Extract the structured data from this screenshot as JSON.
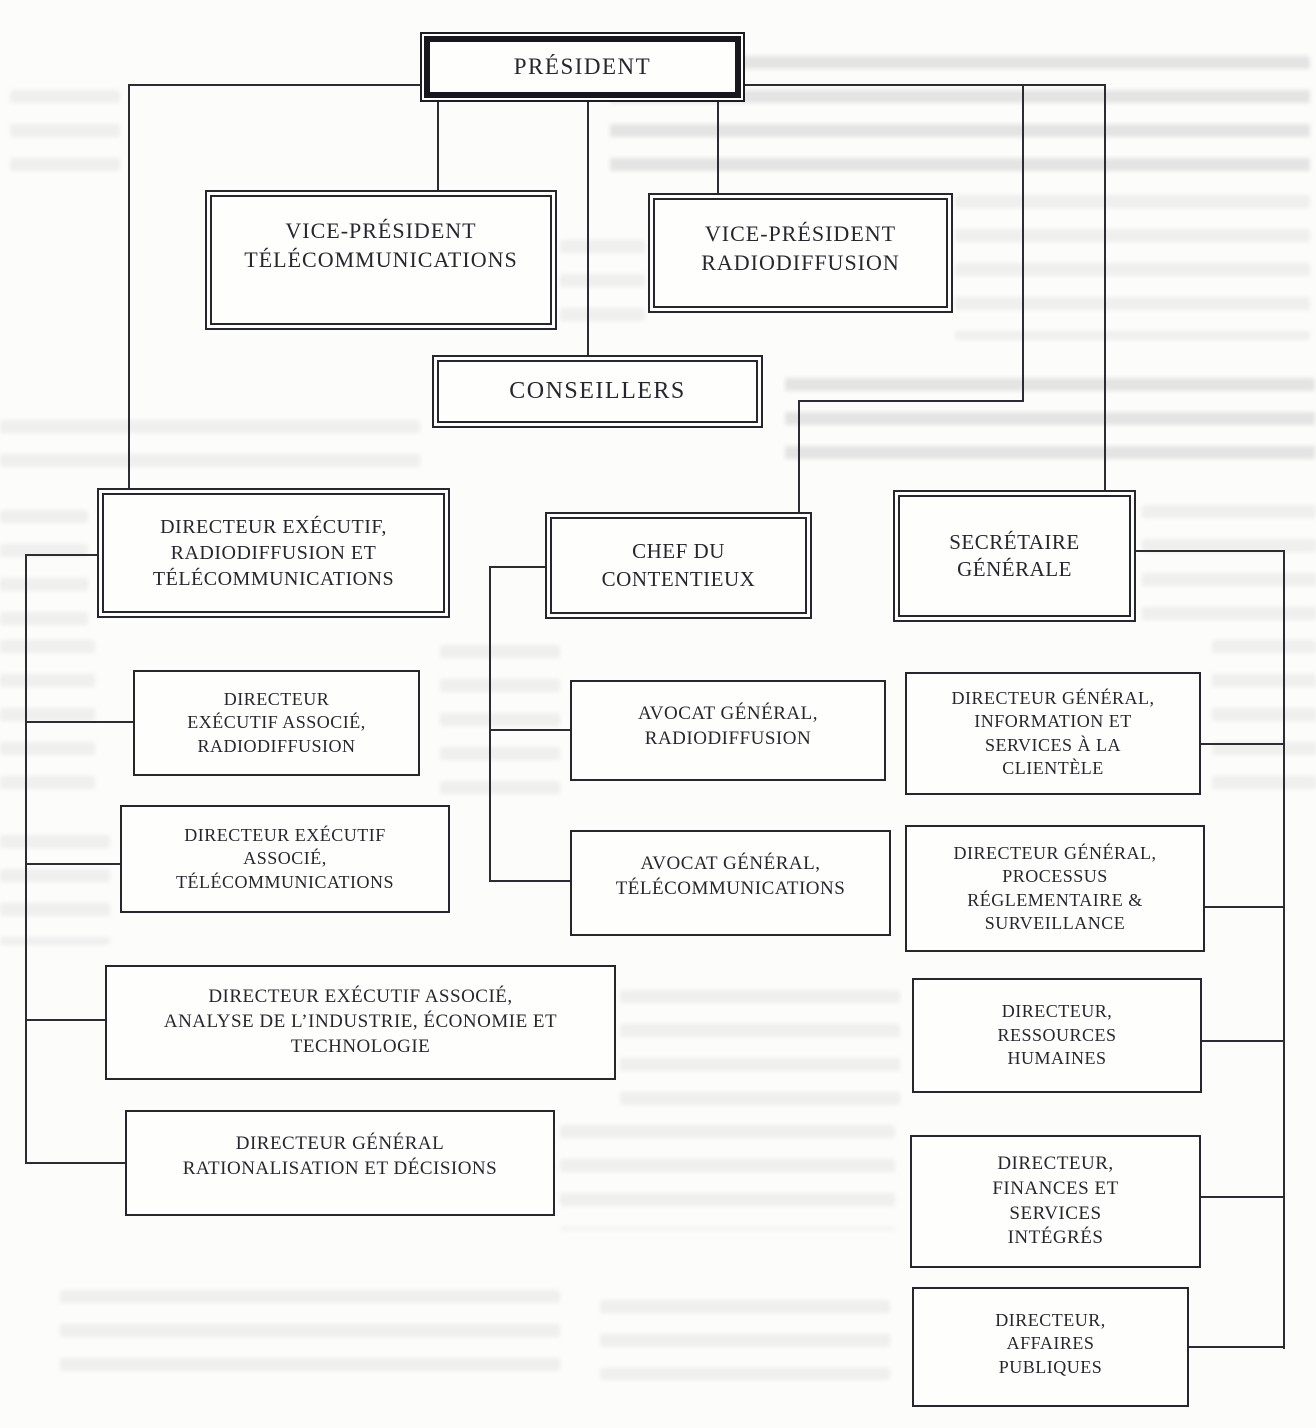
{
  "document": {
    "type": "organizational-chart",
    "language": "fr"
  },
  "nodes": {
    "president": {
      "label": "PRÉSIDENT"
    },
    "vp_telecom": {
      "label": "VICE-PRÉSIDENT\nTÉLÉCOMMUNICATIONS"
    },
    "vp_radio": {
      "label": "VICE-PRÉSIDENT\nRADIODIFFUSION"
    },
    "conseillers": {
      "label": "CONSEILLERS"
    },
    "dir_exec_radio_telecom": {
      "label": "DIRECTEUR EXÉCUTIF,\nRADIODIFFUSION ET\nTÉLÉCOMMUNICATIONS"
    },
    "chef_contentieux": {
      "label": "CHEF DU\nCONTENTIEUX"
    },
    "secretaire_generale": {
      "label": "SECRÉTAIRE\nGÉNÉRALE"
    },
    "dea_radio": {
      "label": "DIRECTEUR\nEXÉCUTIF ASSOCIÉ,\nRADIODIFFUSION"
    },
    "dea_telecom": {
      "label": "DIRECTEUR EXÉCUTIF\nASSOCIÉ,\nTÉLÉCOMMUNICATIONS"
    },
    "dea_analyse": {
      "label": "DIRECTEUR EXÉCUTIF ASSOCIÉ,\nANALYSE DE L’INDUSTRIE, ÉCONOMIE ET\nTECHNOLOGIE"
    },
    "dg_rationalisation": {
      "label": "DIRECTEUR GÉNÉRAL\nRATIONALISATION ET DÉCISIONS"
    },
    "avocat_radio": {
      "label": "AVOCAT GÉNÉRAL,\nRADIODIFFUSION"
    },
    "avocat_telecom": {
      "label": "AVOCAT GÉNÉRAL,\nTÉLÉCOMMUNICATIONS"
    },
    "dg_info": {
      "label": "DIRECTEUR GÉNÉRAL,\nINFORMATION ET\nSERVICES À LA\nCLIENTÈLE"
    },
    "dg_processus": {
      "label": "DIRECTEUR GÉNÉRAL,\nPROCESSUS\nRÉGLEMENTAIRE &\nSURVEILLANCE"
    },
    "dir_rh": {
      "label": "DIRECTEUR,\nRESSOURCES\nHUMAINES"
    },
    "dir_finances": {
      "label": "DIRECTEUR,\nFINANCES ET\nSERVICES\nINTÉGRÉS"
    },
    "dir_affaires": {
      "label": "DIRECTEUR,\nAFFAIRES\nPUBLIQUES"
    }
  },
  "edges": [
    {
      "from": "president",
      "to": "vp_telecom"
    },
    {
      "from": "president",
      "to": "vp_radio"
    },
    {
      "from": "president",
      "to": "conseillers"
    },
    {
      "from": "president",
      "to": "dir_exec_radio_telecom"
    },
    {
      "from": "president",
      "to": "chef_contentieux"
    },
    {
      "from": "president",
      "to": "secretaire_generale"
    },
    {
      "from": "dir_exec_radio_telecom",
      "to": "dea_radio"
    },
    {
      "from": "dir_exec_radio_telecom",
      "to": "dea_telecom"
    },
    {
      "from": "dir_exec_radio_telecom",
      "to": "dea_analyse"
    },
    {
      "from": "dir_exec_radio_telecom",
      "to": "dg_rationalisation"
    },
    {
      "from": "chef_contentieux",
      "to": "avocat_radio"
    },
    {
      "from": "chef_contentieux",
      "to": "avocat_telecom"
    },
    {
      "from": "secretaire_generale",
      "to": "dg_info"
    },
    {
      "from": "secretaire_generale",
      "to": "dg_processus"
    },
    {
      "from": "secretaire_generale",
      "to": "dir_rh"
    },
    {
      "from": "secretaire_generale",
      "to": "dir_finances"
    },
    {
      "from": "secretaire_generale",
      "to": "dir_affaires"
    }
  ],
  "colors": {
    "ink": "#26262e",
    "paper": "#fcfcfa"
  }
}
